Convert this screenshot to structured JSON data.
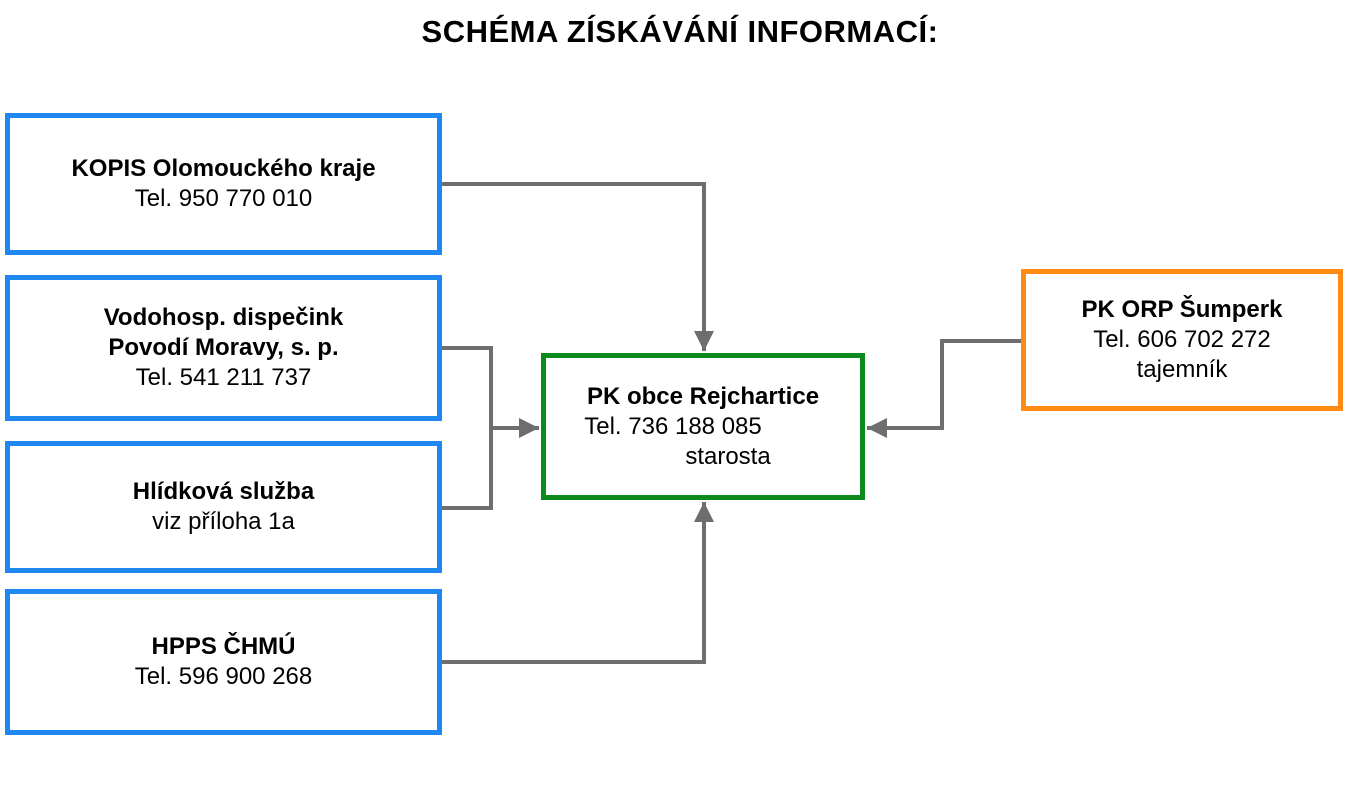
{
  "title": "SCHÉMA ZÍSKÁVÁNÍ INFORMACÍ:",
  "colors": {
    "source_border": "#1E88F0",
    "center_border": "#0D8A1C",
    "orp_border": "#FF8A14",
    "arrow": "#6E6E6E"
  },
  "nodes": {
    "kopis": {
      "name": "KOPIS Olomouckého kraje",
      "phone": "Tel. 950 770 010"
    },
    "vodo": {
      "name_line1": "Vodohosp. dispečink",
      "name_line2": "Povodí Moravy, s. p.",
      "phone": "Tel. 541 211 737"
    },
    "hlidka": {
      "name": "Hlídková služba",
      "note": "viz příloha 1a"
    },
    "hpps": {
      "name": "HPPS ČHMÚ",
      "phone": "Tel. 596 900 268"
    },
    "center": {
      "name": "PK obce Rejchartice",
      "phone": "Tel. 736 188 085",
      "role": "starosta"
    },
    "orp": {
      "name": "PK ORP Šumperk",
      "phone": "Tel. 606 702 272",
      "role": "tajemník"
    }
  }
}
